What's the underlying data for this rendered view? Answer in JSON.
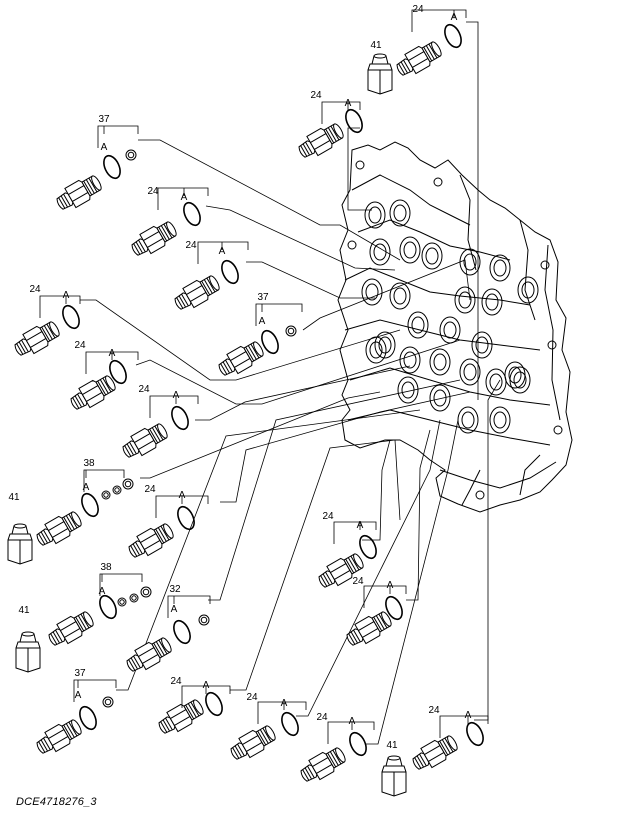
{
  "diagram": {
    "caption": "DCE4718276_3",
    "ring_label": "A",
    "parts": [
      {
        "id": "p24-top",
        "number": "24",
        "kind": "fitting"
      },
      {
        "id": "p41-top",
        "number": "41",
        "kind": "plug"
      },
      {
        "id": "p24-b",
        "number": "24",
        "kind": "fitting"
      },
      {
        "id": "p37-a",
        "number": "37",
        "kind": "fitting-seal"
      },
      {
        "id": "p24-c",
        "number": "24",
        "kind": "fitting"
      },
      {
        "id": "p24-d",
        "number": "24",
        "kind": "fitting"
      },
      {
        "id": "p24-e",
        "number": "24",
        "kind": "fitting"
      },
      {
        "id": "p37-b",
        "number": "37",
        "kind": "fitting-seal"
      },
      {
        "id": "p24-f",
        "number": "24",
        "kind": "fitting"
      },
      {
        "id": "p24-g",
        "number": "24",
        "kind": "fitting"
      },
      {
        "id": "p38-a",
        "number": "38",
        "kind": "fitting-seals"
      },
      {
        "id": "p41-mid",
        "number": "41",
        "kind": "plug"
      },
      {
        "id": "p24-h",
        "number": "24",
        "kind": "fitting"
      },
      {
        "id": "p24-i",
        "number": "24",
        "kind": "fitting"
      },
      {
        "id": "p24-j",
        "number": "24",
        "kind": "fitting"
      },
      {
        "id": "p38-b",
        "number": "38",
        "kind": "fitting-seals"
      },
      {
        "id": "p41-low",
        "number": "41",
        "kind": "plug"
      },
      {
        "id": "p32",
        "number": "32",
        "kind": "fitting-seal"
      },
      {
        "id": "p37-c",
        "number": "37",
        "kind": "fitting-seal"
      },
      {
        "id": "p24-k",
        "number": "24",
        "kind": "fitting"
      },
      {
        "id": "p24-l",
        "number": "24",
        "kind": "fitting"
      },
      {
        "id": "p24-m",
        "number": "24",
        "kind": "fitting"
      },
      {
        "id": "p24-n",
        "number": "24",
        "kind": "fitting"
      },
      {
        "id": "p41-bot",
        "number": "41",
        "kind": "plug"
      }
    ]
  }
}
